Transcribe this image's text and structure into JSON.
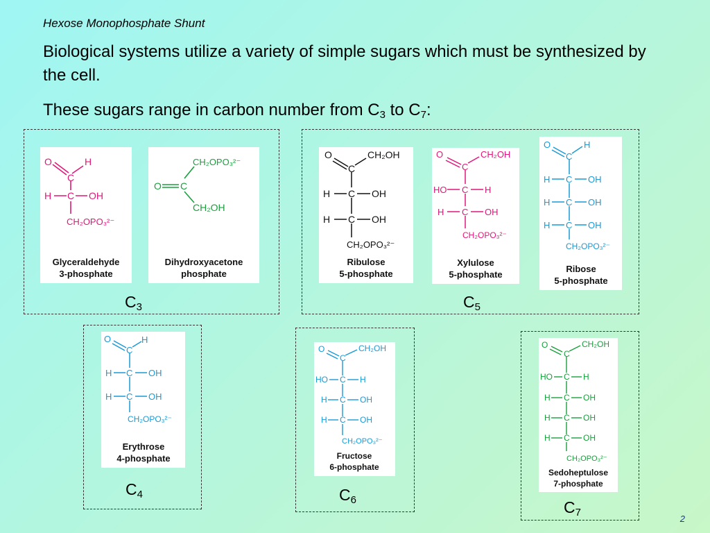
{
  "slide": {
    "subtitle": "Hexose Monophosphate Shunt",
    "paragraph1": "Biological systems utilize a variety of simple sugars which must be synthesized by the cell.",
    "paragraph2_prefix": "These sugars range in carbon number from C",
    "paragraph2_sub1": "3",
    "paragraph2_middle": " to C",
    "paragraph2_sub2": "7",
    "paragraph2_suffix": ":",
    "page_number": "2"
  },
  "groups": {
    "c3": {
      "label": "C",
      "sub": "3"
    },
    "c4": {
      "label": "C",
      "sub": "4"
    },
    "c5": {
      "label": "C",
      "sub": "5"
    },
    "c6": {
      "label": "C",
      "sub": "6"
    },
    "c7": {
      "label": "C",
      "sub": "7"
    }
  },
  "molecules": {
    "glyceraldehyde": {
      "name1": "Glyceraldehyde",
      "name2": "3-phosphate",
      "o": "O",
      "h": "H",
      "c": "C",
      "h_left": "H",
      "oh": "OH",
      "bottom": "CH₂OPO₃²⁻"
    },
    "dihydroxyacetone": {
      "name1": "Dihydroxyacetone",
      "name2": "phosphate",
      "top": "CH₂OPO₃²⁻",
      "o": "O",
      "c": "C",
      "bottom": "CH₂OH"
    },
    "ribulose": {
      "name1": "Ribulose",
      "name2": "5-phosphate",
      "o": "O",
      "top": "CH₂OH",
      "c": "C",
      "h": "H",
      "oh": "OH",
      "bottom": "CH₂OPO₃²⁻"
    },
    "xylulose": {
      "name1": "Xylulose",
      "name2": "5-phosphate",
      "o": "O",
      "top": "CH₂OH",
      "c": "C",
      "ho": "HO",
      "h": "H",
      "oh": "OH",
      "bottom": "CH₂OPO₃²⁻"
    },
    "ribose": {
      "name1": "Ribose",
      "name2": "5-phosphate",
      "o": "O",
      "h": "H",
      "c": "C",
      "oh": "OH",
      "bottom": "CH₂OPO₃²⁻"
    },
    "erythrose": {
      "name1": "Erythrose",
      "name2": "4-phosphate",
      "o": "O",
      "h": "H",
      "c": "C",
      "oh": "OH",
      "bottom": "CH₂OPO₃²⁻"
    },
    "fructose": {
      "name1": "Fructose",
      "name2": "6-phosphate",
      "o": "O",
      "top": "CH₂OH",
      "c": "C",
      "ho": "HO",
      "h": "H",
      "oh": "OH",
      "bottom": "CH₂OPO₃²⁻"
    },
    "sedoheptulose": {
      "name1": "Sedoheptulose",
      "name2": "7-phosphate",
      "o": "O",
      "top": "CH₂OH",
      "c": "C",
      "ho": "HO",
      "h": "H",
      "oh": "OH",
      "bottom": "CH₂OPO₃²⁻"
    }
  },
  "colors": {
    "magenta": "#e0177a",
    "green": "#18a03c",
    "blue": "#1a9ad6",
    "black": "#111111"
  }
}
